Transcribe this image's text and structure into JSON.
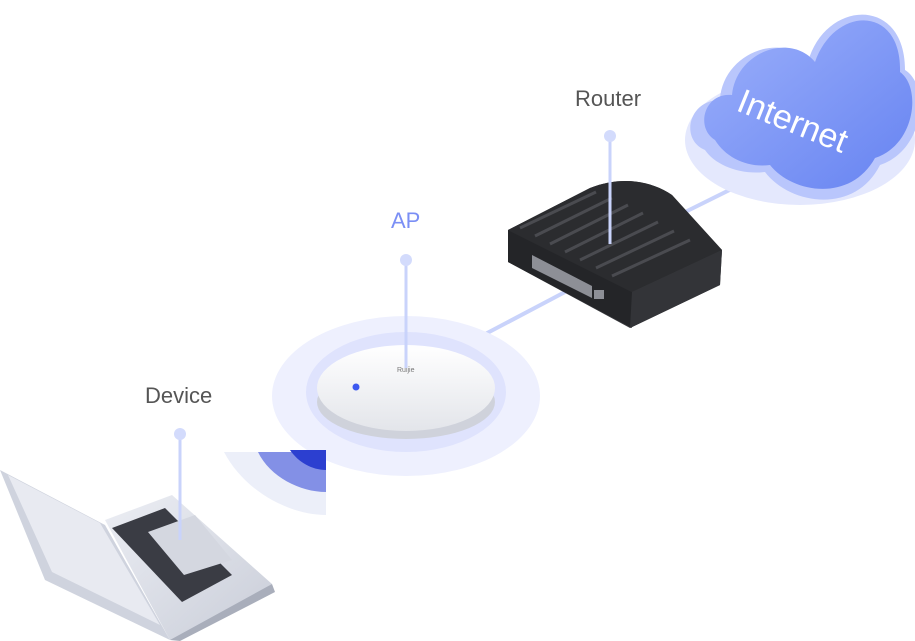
{
  "colors": {
    "label_default": "#555555",
    "label_highlight": "#7b8ff5",
    "connector": "#c9d3fb",
    "cloud_light": "#a9b9fb",
    "cloud_main": "#7d96f7",
    "cloud_dark": "#5f7cef",
    "ap_halo": "#eef0fe",
    "ap_ring": "#dfe3fd",
    "signal_dark": "#3b4ed8",
    "signal_mid": "#6f80e6",
    "signal_light": "#c7ceee",
    "router_body": "#3c3d41",
    "router_dark": "#222325",
    "laptop_body": "#dcdfe8",
    "laptop_keys": "#3a3c44"
  },
  "nodes": {
    "internet": {
      "label": "Internet",
      "icon": "cloud-icon"
    },
    "router": {
      "label": "Router",
      "icon": "router-icon"
    },
    "ap": {
      "label": "AP",
      "icon": "access-point-icon",
      "device_text": "Ruijie"
    },
    "device": {
      "label": "Device",
      "icon": "laptop-icon"
    }
  }
}
